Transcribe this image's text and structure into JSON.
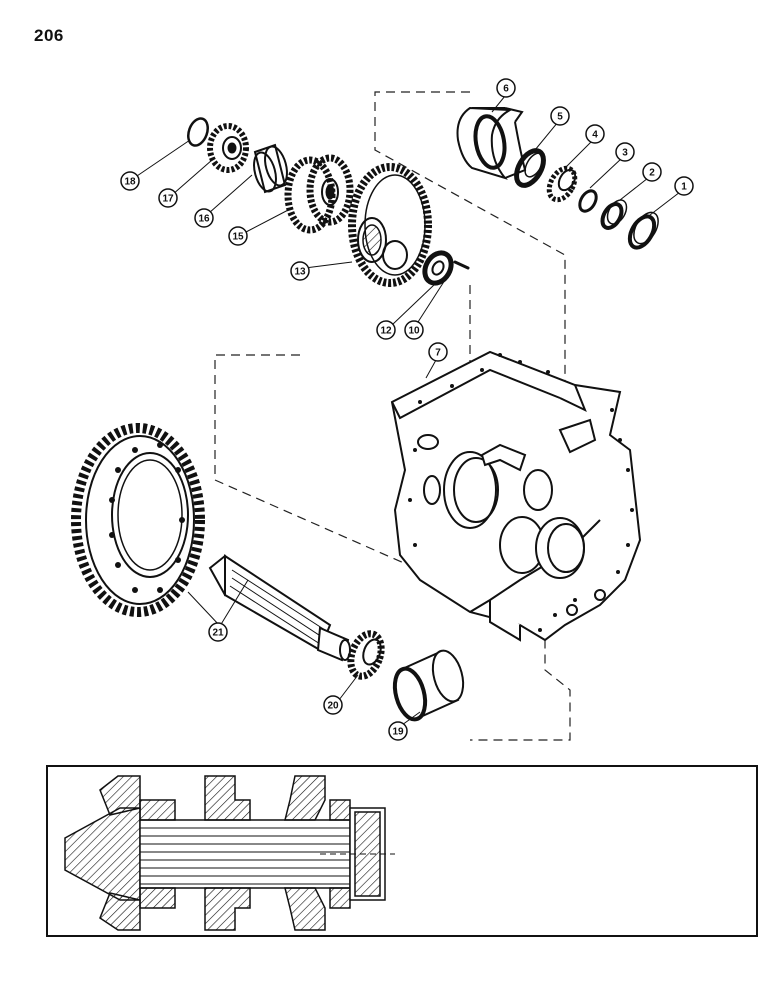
{
  "page": {
    "number": "206"
  },
  "callouts": [
    {
      "id": "c1",
      "label": "1"
    },
    {
      "id": "c2",
      "label": "2"
    },
    {
      "id": "c3",
      "label": "3"
    },
    {
      "id": "c4",
      "label": "4"
    },
    {
      "id": "c5",
      "label": "5"
    },
    {
      "id": "c6",
      "label": "6"
    },
    {
      "id": "c7",
      "label": "7"
    },
    {
      "id": "c10",
      "label": "10"
    },
    {
      "id": "c12",
      "label": "12"
    },
    {
      "id": "c13",
      "label": "13"
    },
    {
      "id": "c15",
      "label": "15"
    },
    {
      "id": "c16",
      "label": "16"
    },
    {
      "id": "c17",
      "label": "17"
    },
    {
      "id": "c18",
      "label": "18"
    },
    {
      "id": "c19",
      "label": "19"
    },
    {
      "id": "c20",
      "label": "20"
    },
    {
      "id": "c21",
      "label": "21"
    }
  ]
}
